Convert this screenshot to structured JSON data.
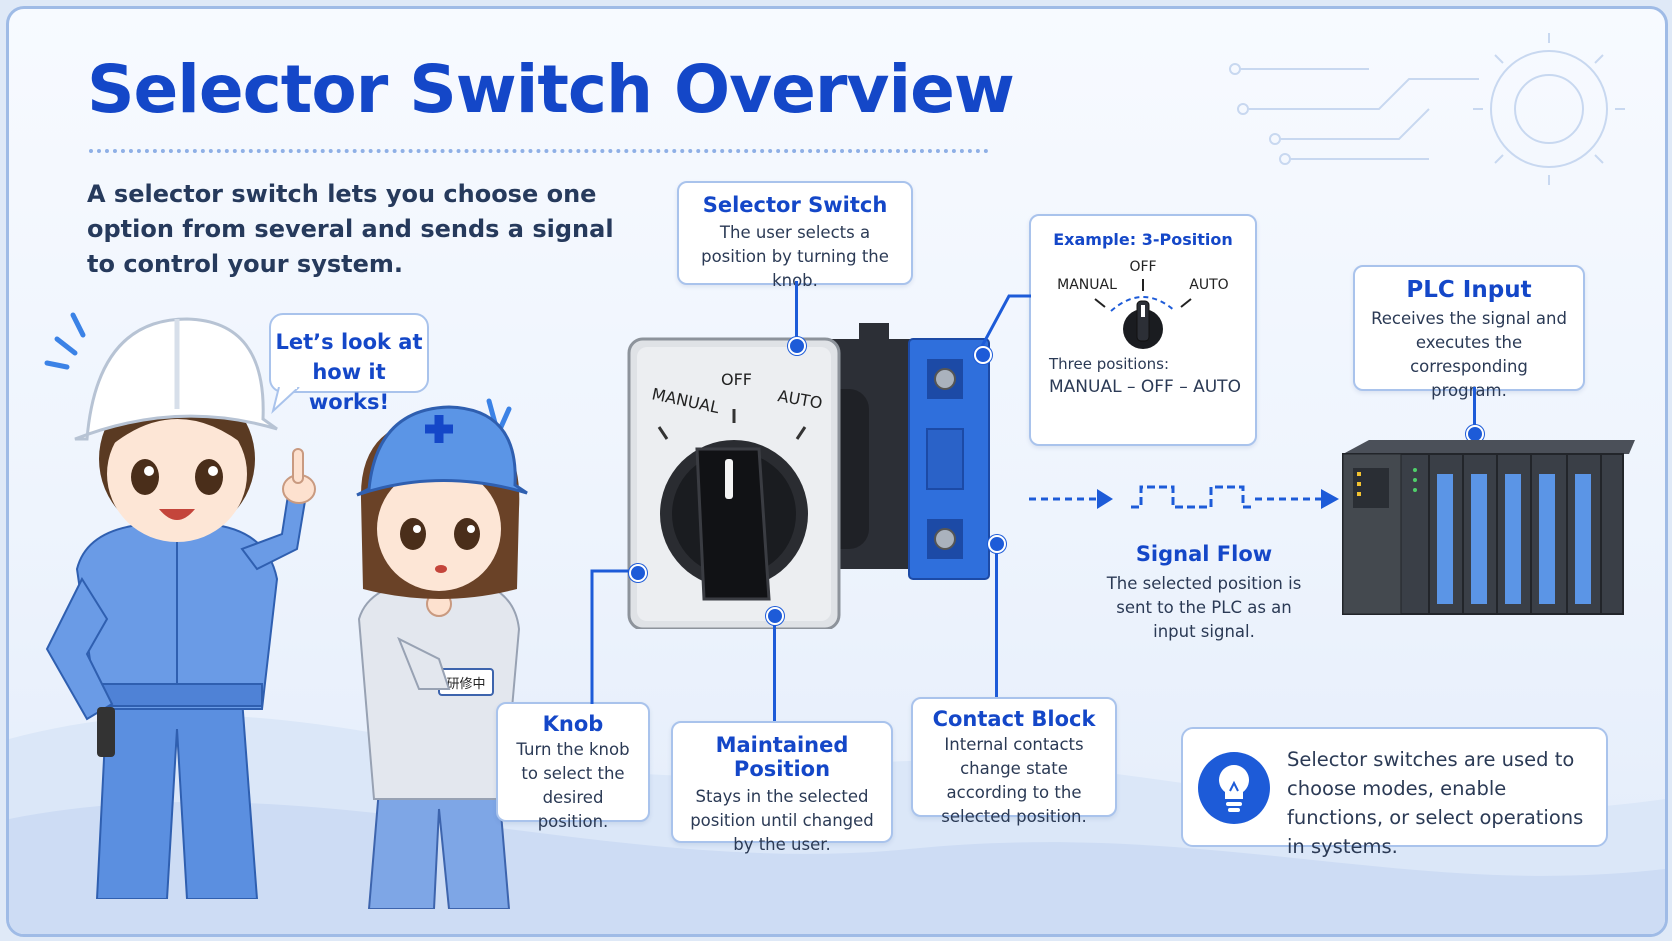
{
  "title": "Selector Switch Overview",
  "intro": "A selector switch lets you choose one option from several and sends a signal to control your system.",
  "speech_bubble": "Let’s look at how it works!",
  "badge_text": "研修中",
  "switch_labels": {
    "manual": "MANUAL",
    "off": "OFF",
    "auto": "AUTO"
  },
  "callouts": {
    "selector": {
      "heading": "Selector Switch",
      "body": "The user selects a position by turning the knob."
    },
    "example": {
      "heading": "Example: 3-Position",
      "manual": "MANUAL",
      "off": "OFF",
      "auto": "AUTO",
      "caption": "Three positions:",
      "sequence": "MANUAL – OFF – AUTO"
    },
    "plc": {
      "heading": "PLC Input",
      "body": "Receives the signal and executes the corresponding program."
    },
    "signal": {
      "heading": "Signal Flow",
      "body": "The selected position is sent to the PLC as an input signal."
    },
    "knob": {
      "heading": "Knob",
      "body": "Turn the knob to select the desired position."
    },
    "maintained": {
      "heading": "Maintained Position",
      "body": "Stays in the selected position until changed by the user."
    },
    "contact": {
      "heading": "Contact Block",
      "body": "Internal contacts change state according to the selected position."
    }
  },
  "tip": {
    "text": "Selector switches are used to choose modes, enable functions, or select operations in systems.",
    "icon": "lightbulb-icon"
  },
  "colors": {
    "accent": "#1447c8",
    "line": "#1d5bd8",
    "contact_block": "#2f6fdc",
    "plc_body": "#3a3f47"
  }
}
